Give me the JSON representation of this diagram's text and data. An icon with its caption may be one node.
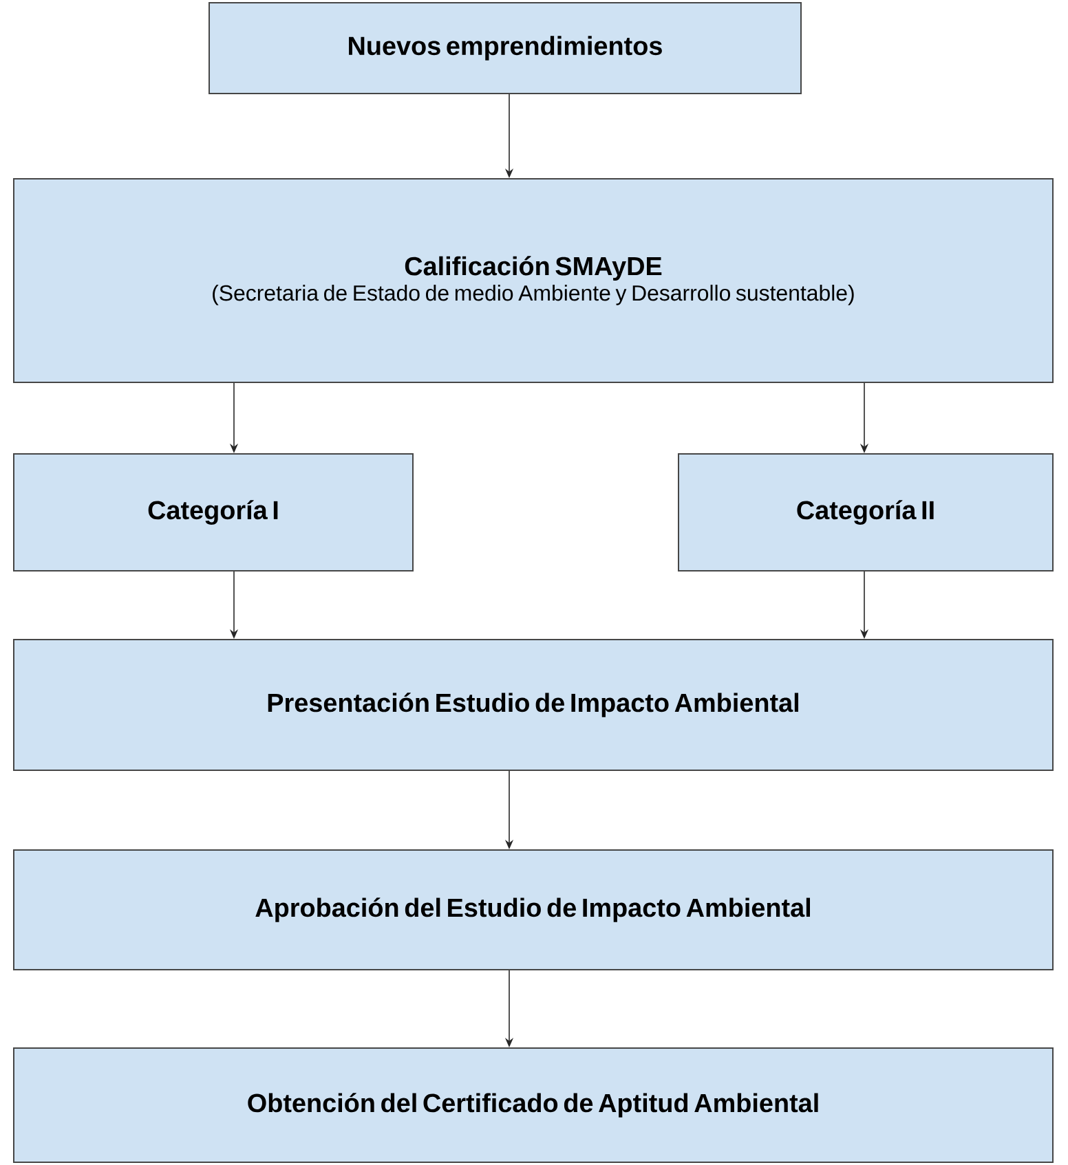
{
  "diagram": {
    "nodes": [
      {
        "text": [
          "Nuevos emprendimientos"
        ]
      },
      {
        "text": [
          "Calificación SMAyDE",
          "(Secretaria de Estado de medio Ambiente y Desarrollo sustentable)"
        ]
      },
      {
        "text": [
          "Categoría  I"
        ]
      },
      {
        "text": [
          "Categoría  II"
        ]
      },
      {
        "text": [
          "Presentación Estudio de Impacto Ambiental"
        ]
      },
      {
        "text": [
          "Aprobación del Estudio de Impacto Ambiental"
        ]
      },
      {
        "text": [
          "Obtención del Certificado de Aptitud Ambiental"
        ]
      }
    ],
    "edges": [
      {
        "from": 0,
        "to": 1,
        "arrow": "to"
      },
      {
        "from": 1,
        "to": 2,
        "arrow": "to"
      },
      {
        "from": 1,
        "to": 3,
        "arrow": "to"
      },
      {
        "from": 2,
        "to": 4,
        "arrow": "to"
      },
      {
        "from": 3,
        "to": 4,
        "arrow": "to"
      },
      {
        "from": 4,
        "to": 5,
        "arrow": "to"
      },
      {
        "from": 5,
        "to": 6,
        "arrow": "to"
      }
    ]
  }
}
